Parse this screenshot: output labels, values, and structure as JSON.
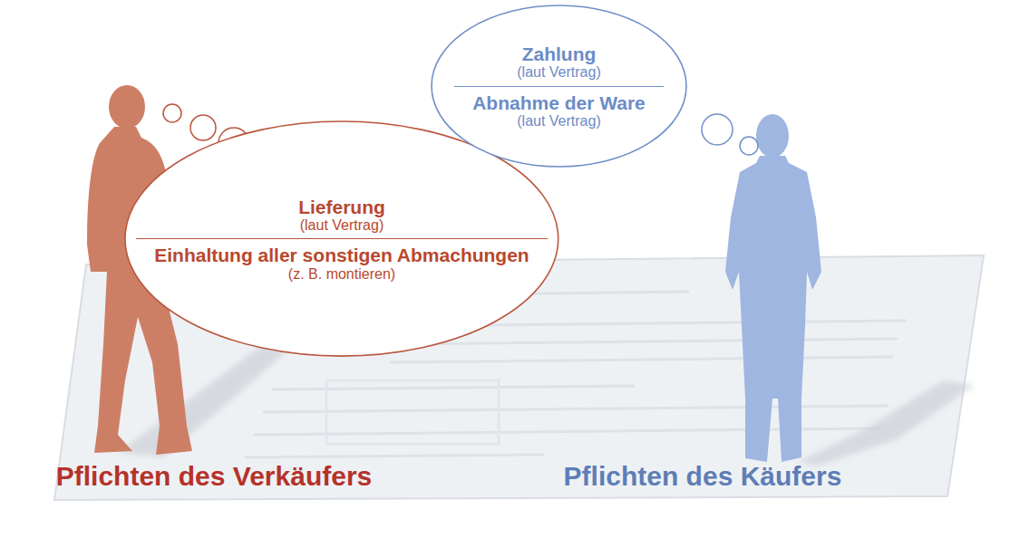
{
  "diagram": {
    "nodes": [
      {
        "text": [
          "Lieferung",
          "(laut Vertrag)",
          "Einhaltung aller sonstigen Abmachungen",
          "(z. B. montieren)"
        ]
      },
      {
        "text": [
          "Zahlung",
          "(laut Vertrag)",
          "Abnahme der Ware",
          "(laut Vertrag)"
        ]
      }
    ],
    "labels": [
      "Pflichten des Verkäufers",
      "Pflichten des Käufers"
    ]
  }
}
